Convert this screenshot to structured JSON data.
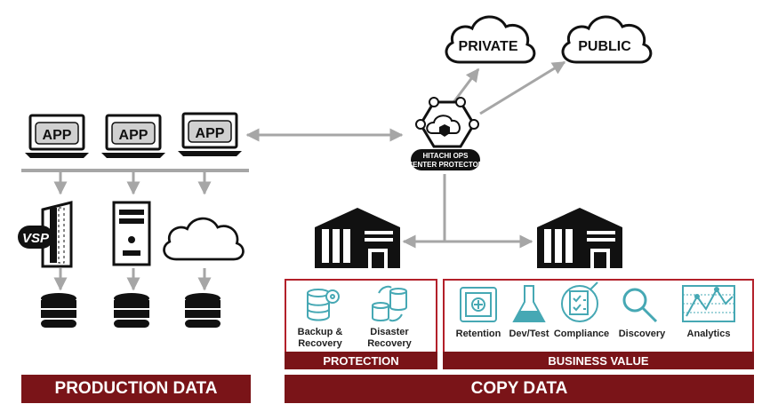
{
  "clouds": {
    "private": "PRIVATE",
    "public": "PUBLIC"
  },
  "apps": [
    "APP",
    "APP",
    "APP"
  ],
  "storage": {
    "vsp_label": "VSP"
  },
  "hub": {
    "line1": "HITACHI OPS",
    "line2": "CENTER PROTECTOR"
  },
  "protection": {
    "title": "PROTECTION",
    "items": [
      {
        "line1": "Backup &",
        "line2": "Recovery",
        "icon": "database-gear-icon"
      },
      {
        "line1": "Disaster",
        "line2": "Recovery",
        "icon": "database-sync-icon"
      }
    ]
  },
  "business_value": {
    "title": "BUSINESS VALUE",
    "items": [
      {
        "label": "Retention",
        "icon": "safe-icon"
      },
      {
        "label": "Dev/Test",
        "icon": "flask-icon"
      },
      {
        "label": "Compliance",
        "icon": "checklist-icon"
      },
      {
        "label": "Discovery",
        "icon": "magnifier-icon"
      },
      {
        "label": "Analytics",
        "icon": "line-chart-icon"
      }
    ]
  },
  "banners": {
    "production": "PRODUCTION DATA",
    "copy": "COPY DATA"
  },
  "colors": {
    "accent": "#7a1418",
    "border": "#b3202a",
    "arrow": "#a6a6a6",
    "icon_teal": "#46a8b4"
  }
}
